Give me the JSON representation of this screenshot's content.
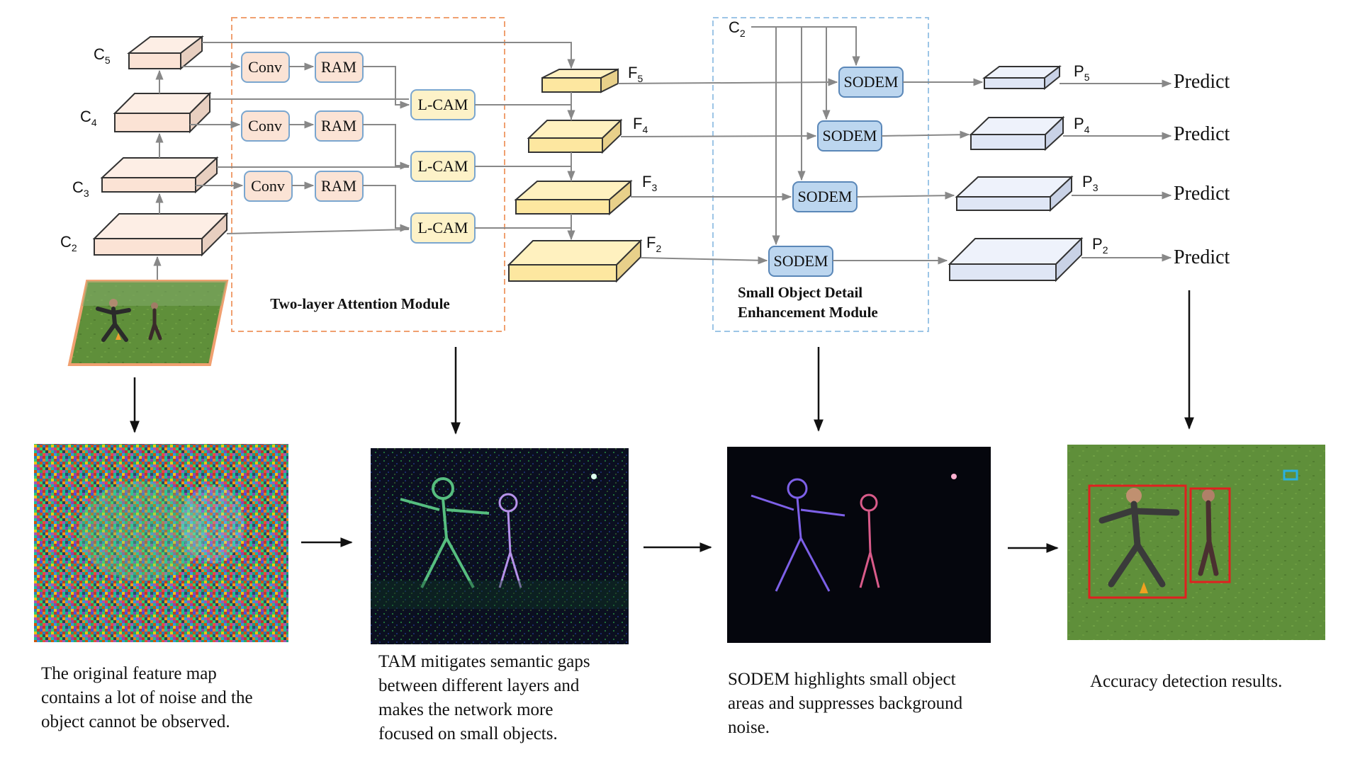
{
  "colors": {
    "backbone_fill": "#fbe3d5",
    "fpn_fill": "#fde7a0",
    "pred_fill": "#dfe6f5",
    "conv_fill": "#fbe3d5",
    "lcam_fill": "#fdf2c8",
    "sodem_fill": "#bcd6ef",
    "tam_border": "#f0a070",
    "sodem_border": "#9cc5e6",
    "arrow": "#888888",
    "box_red": "#e02020"
  },
  "backbone": {
    "c5": {
      "main": "C",
      "sub": "5"
    },
    "c4": {
      "main": "C",
      "sub": "4"
    },
    "c3": {
      "main": "C",
      "sub": "3"
    },
    "c2": {
      "main": "C",
      "sub": "2"
    }
  },
  "fpn": {
    "f5": {
      "main": "F",
      "sub": "5"
    },
    "f4": {
      "main": "F",
      "sub": "4"
    },
    "f3": {
      "main": "F",
      "sub": "3"
    },
    "f2": {
      "main": "F",
      "sub": "2"
    }
  },
  "pred": {
    "p5": {
      "main": "P",
      "sub": "5"
    },
    "p4": {
      "main": "P",
      "sub": "4"
    },
    "p3": {
      "main": "P",
      "sub": "3"
    },
    "p2": {
      "main": "P",
      "sub": "2"
    }
  },
  "sodem_input": {
    "main": "C",
    "sub": "2"
  },
  "blocks": {
    "conv": "Conv",
    "ram": "RAM",
    "lcam": "L-CAM",
    "sodem": "SODEM",
    "predict": "Predict"
  },
  "modules": {
    "tam_title": "Two-layer Attention Module",
    "sodem_title_line1": "Small Object Detail",
    "sodem_title_line2": "Enhancement Module"
  },
  "captions": {
    "c1": [
      "The original feature map",
      "contains a lot of noise and the",
      "object cannot be observed."
    ],
    "c2": [
      "TAM mitigates semantic gaps",
      "between different layers and",
      "makes the network more",
      "focused on small objects."
    ],
    "c3": [
      "SODEM highlights small object",
      "areas and suppresses background",
      "noise."
    ],
    "c4": [
      "Accuracy detection results."
    ]
  }
}
